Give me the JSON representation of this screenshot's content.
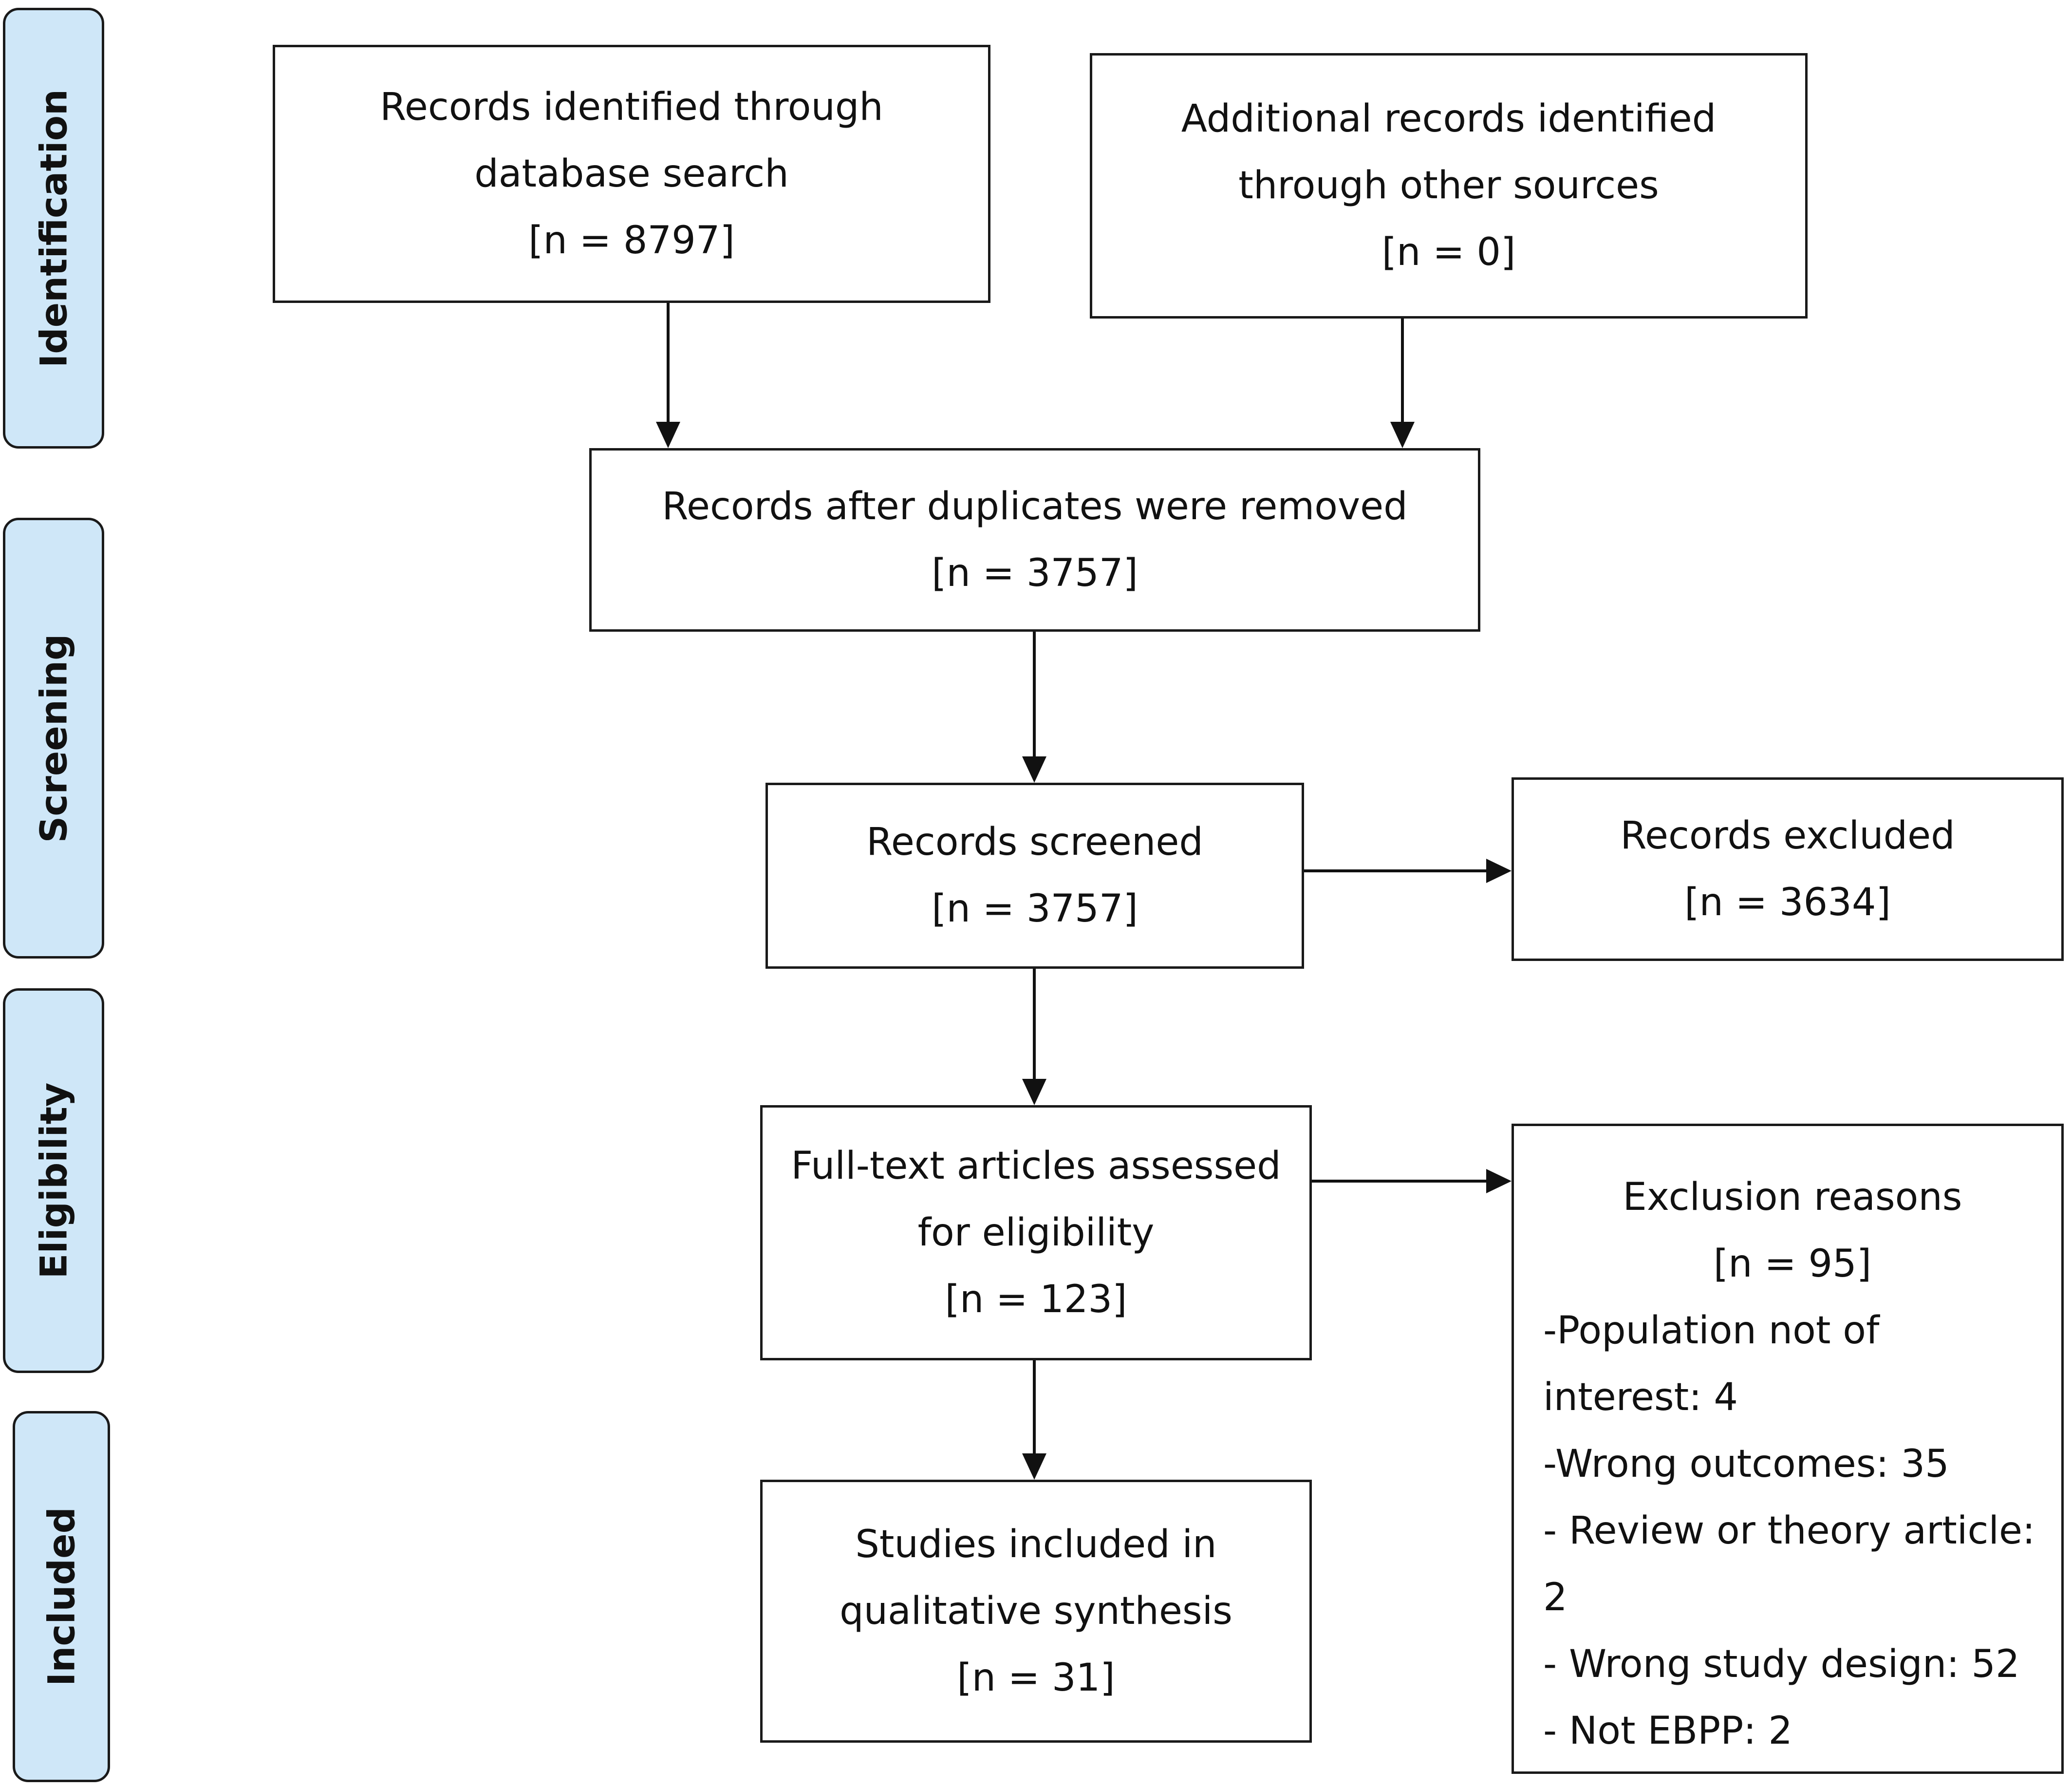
{
  "stages": {
    "identification": "Identification",
    "screening": "Screening",
    "eligibility": "Eligibility",
    "included": "Included"
  },
  "boxes": {
    "database_search": {
      "line1": "Records identified through",
      "line2": "database search",
      "count": "[n = 8797]"
    },
    "other_sources": {
      "line1": "Additional records identified",
      "line2": "through other sources",
      "count": "[n = 0]"
    },
    "duplicates_removed": {
      "line1": "Records after duplicates were removed",
      "count": "[n = 3757]"
    },
    "screened": {
      "line1": "Records screened",
      "count": "[n = 3757]"
    },
    "excluded": {
      "line1": "Records excluded",
      "count": "[n = 3634]"
    },
    "full_text": {
      "line1": "Full-text articles assessed",
      "line2": "for eligibility",
      "count": "[n = 123]"
    },
    "exclusion_reasons": {
      "title": "Exclusion reasons",
      "count": "[n = 95]",
      "reasons": [
        "-Population not of",
        "interest: 4",
        "-Wrong outcomes: 35",
        "- Review or theory article:",
        "2",
        "- Wrong study design: 52",
        "- Not EBPP: 2"
      ]
    },
    "included_studies": {
      "line1": "Studies included in",
      "line2": "qualitative synthesis",
      "count": "[n = 31]"
    }
  },
  "colors": {
    "stage_fill": "#cfe7f8",
    "border": "#1a1a1a"
  }
}
